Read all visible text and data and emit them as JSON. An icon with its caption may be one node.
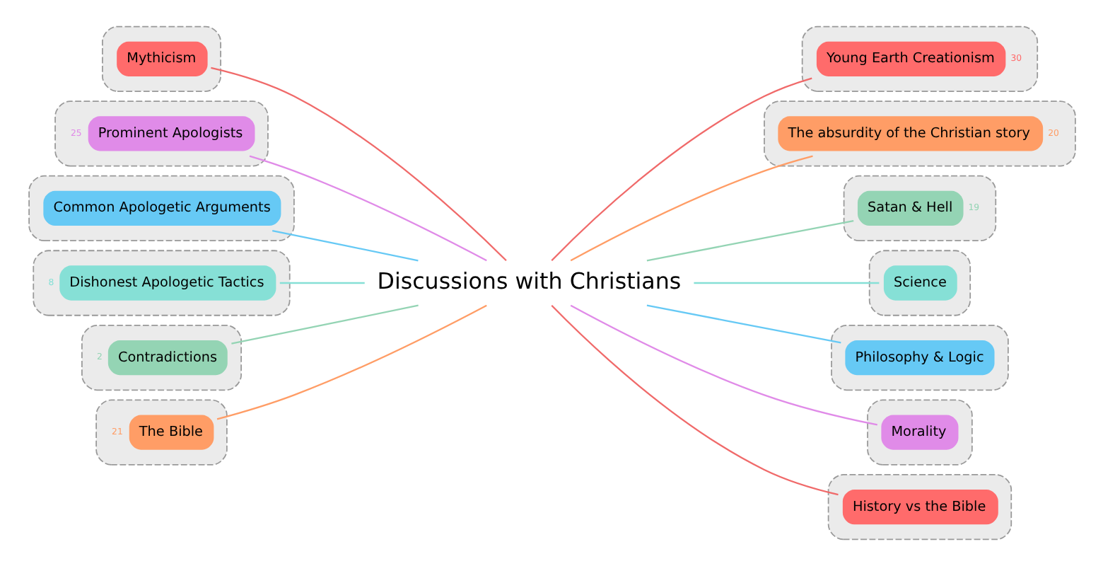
{
  "diagram": {
    "nodes": [
      {
        "text": [
          "Discussions with Christians"
        ]
      },
      {
        "text": [],
        "shape": "box"
      },
      {
        "text": [
          "Mythicism"
        ],
        "in": 1
      },
      {
        "text": [],
        "shape": "box"
      },
      {
        "text": [
          "Prominent Apologists"
        ],
        "in": 3,
        "beside": [
          "25"
        ]
      },
      {
        "text": [],
        "shape": "box"
      },
      {
        "text": [
          "Common Apologetic Arguments"
        ],
        "in": 5
      },
      {
        "text": [],
        "shape": "box"
      },
      {
        "text": [
          "Dishonest Apologetic Tactics"
        ],
        "in": 7,
        "beside": [
          "8"
        ]
      },
      {
        "text": [],
        "shape": "box"
      },
      {
        "text": [
          "Contradictions"
        ],
        "in": 9,
        "beside": [
          "2"
        ]
      },
      {
        "text": [],
        "shape": "box"
      },
      {
        "text": [
          "The Bible"
        ],
        "in": 11,
        "beside": [
          "21"
        ]
      },
      {
        "text": [],
        "shape": "box"
      },
      {
        "text": [
          "Young Earth Creationism"
        ],
        "in": 13,
        "beside": [
          "30"
        ]
      },
      {
        "text": [],
        "shape": "box"
      },
      {
        "text": [
          "The absurdity of the Christian story"
        ],
        "in": 15,
        "beside": [
          "20"
        ]
      },
      {
        "text": [],
        "shape": "box"
      },
      {
        "text": [
          "Satan & Hell"
        ],
        "in": 17,
        "beside": [
          "19"
        ]
      },
      {
        "text": [],
        "shape": "box"
      },
      {
        "text": [
          "Science"
        ],
        "in": 19
      },
      {
        "text": [],
        "shape": "box"
      },
      {
        "text": [
          "Philosophy & Logic"
        ],
        "in": 21
      },
      {
        "text": [],
        "shape": "box"
      },
      {
        "text": [
          "Morality"
        ],
        "in": 23
      },
      {
        "text": [],
        "shape": "box"
      },
      {
        "text": [
          "History vs the Bible"
        ],
        "in": 25
      }
    ],
    "edges": [
      {
        "from": 0,
        "to": 2,
        "arrow": "none",
        "color": "#f06a6a"
      },
      {
        "from": 0,
        "to": 4,
        "arrow": "none",
        "color": "#e08be8"
      },
      {
        "from": 0,
        "to": 6,
        "arrow": "none",
        "color": "#66c9f5"
      },
      {
        "from": 0,
        "to": 8,
        "arrow": "none",
        "color": "#86e0d6"
      },
      {
        "from": 0,
        "to": 10,
        "arrow": "none",
        "color": "#94d4b4"
      },
      {
        "from": 0,
        "to": 12,
        "arrow": "none",
        "color": "#ff9d66"
      },
      {
        "from": 0,
        "to": 14,
        "arrow": "none",
        "color": "#f06a6a"
      },
      {
        "from": 0,
        "to": 16,
        "arrow": "none",
        "color": "#ff9d66"
      },
      {
        "from": 0,
        "to": 18,
        "arrow": "none",
        "color": "#94d4b4"
      },
      {
        "from": 0,
        "to": 20,
        "arrow": "none",
        "color": "#86e0d6"
      },
      {
        "from": 0,
        "to": 22,
        "arrow": "none",
        "color": "#66c9f5"
      },
      {
        "from": 0,
        "to": 24,
        "arrow": "none",
        "color": "#e08be8"
      },
      {
        "from": 0,
        "to": 26,
        "arrow": "none",
        "color": "#f06a6a"
      }
    ]
  }
}
